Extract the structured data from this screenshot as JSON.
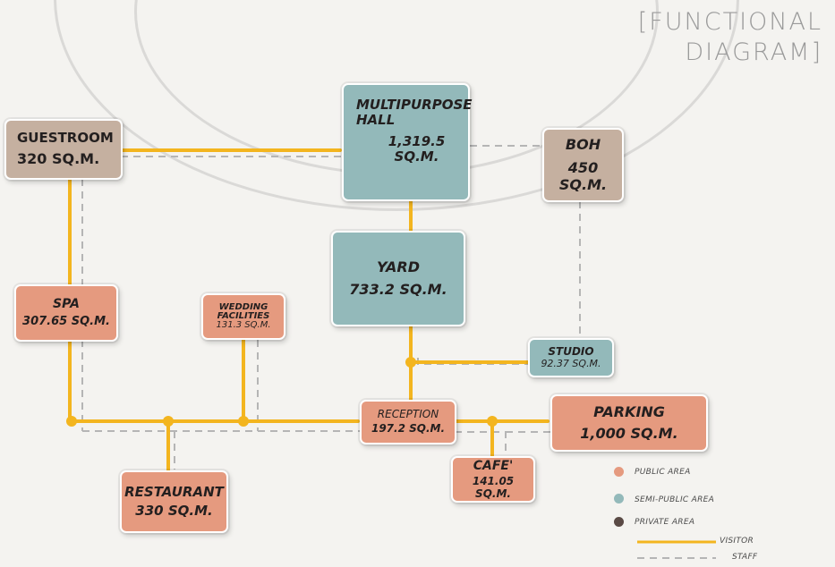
{
  "title": {
    "line1": "[FUNCTIONAL",
    "line2": "DIAGRAM]"
  },
  "spaces": {
    "guestroom": {
      "name": "GUESTROOM",
      "area": "320 SQ.M.",
      "zone": "private"
    },
    "multipurpose": {
      "name1": "MULTIPURPOSE",
      "name2": "HALL",
      "area": "1,319.5 SQ.M.",
      "zone": "semi-public"
    },
    "boh": {
      "name": "BOH",
      "area": "450 SQ.M.",
      "zone": "private"
    },
    "yard": {
      "name": "YARD",
      "area": "733.2 SQ.M.",
      "zone": "semi-public"
    },
    "spa": {
      "name": "SPA",
      "area": "307.65 SQ.M.",
      "zone": "public"
    },
    "wedding": {
      "name1": "WEDDING",
      "name2": "FACILITIES",
      "area": "131.3 SQ.M.",
      "zone": "public"
    },
    "studio": {
      "name": "STUDIO",
      "area": "92.37 SQ.M.",
      "zone": "semi-public"
    },
    "reception": {
      "name": "RECEPTION",
      "area": "197.2 SQ.M.",
      "zone": "public"
    },
    "parking": {
      "name": "PARKING",
      "area": "1,000 SQ.M.",
      "zone": "public"
    },
    "restaurant": {
      "name": "RESTAURANT",
      "area": "330 SQ.M.",
      "zone": "public"
    },
    "cafe": {
      "name": "CAFE'",
      "area": "141.05 SQ.M.",
      "zone": "public"
    }
  },
  "legend": {
    "public": "PUBLIC AREA",
    "semi": "SEMI-PUBLIC AREA",
    "private": "PRIVATE AREA",
    "visitor": "VISITOR",
    "staff": "STAFF"
  },
  "colors": {
    "public": "#e59a7f",
    "semi_public": "#93b9ba",
    "private": "#c5b0a0",
    "visitor_line": "#f3b51f",
    "staff_line": "#b5b5b5",
    "junction": "#f3b51f"
  }
}
